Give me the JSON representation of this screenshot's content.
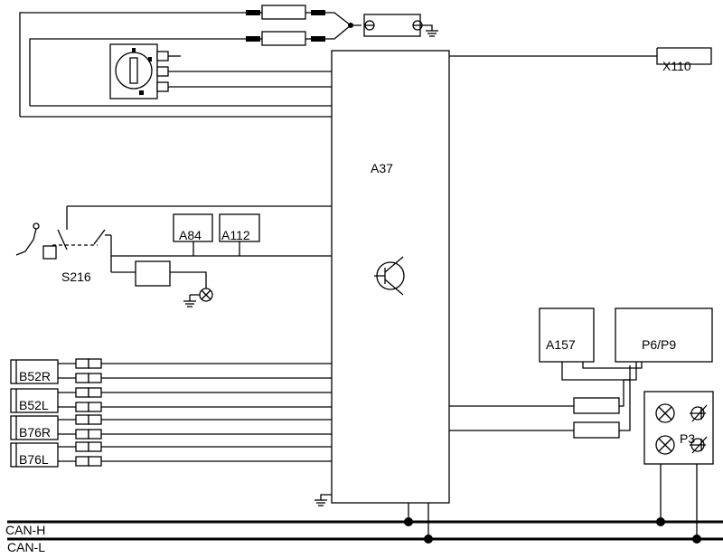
{
  "labels": {
    "a37": "A37",
    "x110": "X110",
    "s216": "S216",
    "a84": "A84",
    "a112": "A112",
    "a157": "A157",
    "p6p9": "P6/P9",
    "p3": "P3",
    "b52r": "B52R",
    "b52l": "B52L",
    "b76r": "B76R",
    "b76l": "B76L",
    "can_h": "CAN-H",
    "can_l": "CAN-L"
  },
  "icons": {
    "lamp": "lamp-icon",
    "ground": "ground-icon",
    "transistor": "transistor-icon",
    "rotary_switch": "rotary-switch-icon"
  },
  "colors": {
    "line": "#000000",
    "background": "#ffffff"
  }
}
